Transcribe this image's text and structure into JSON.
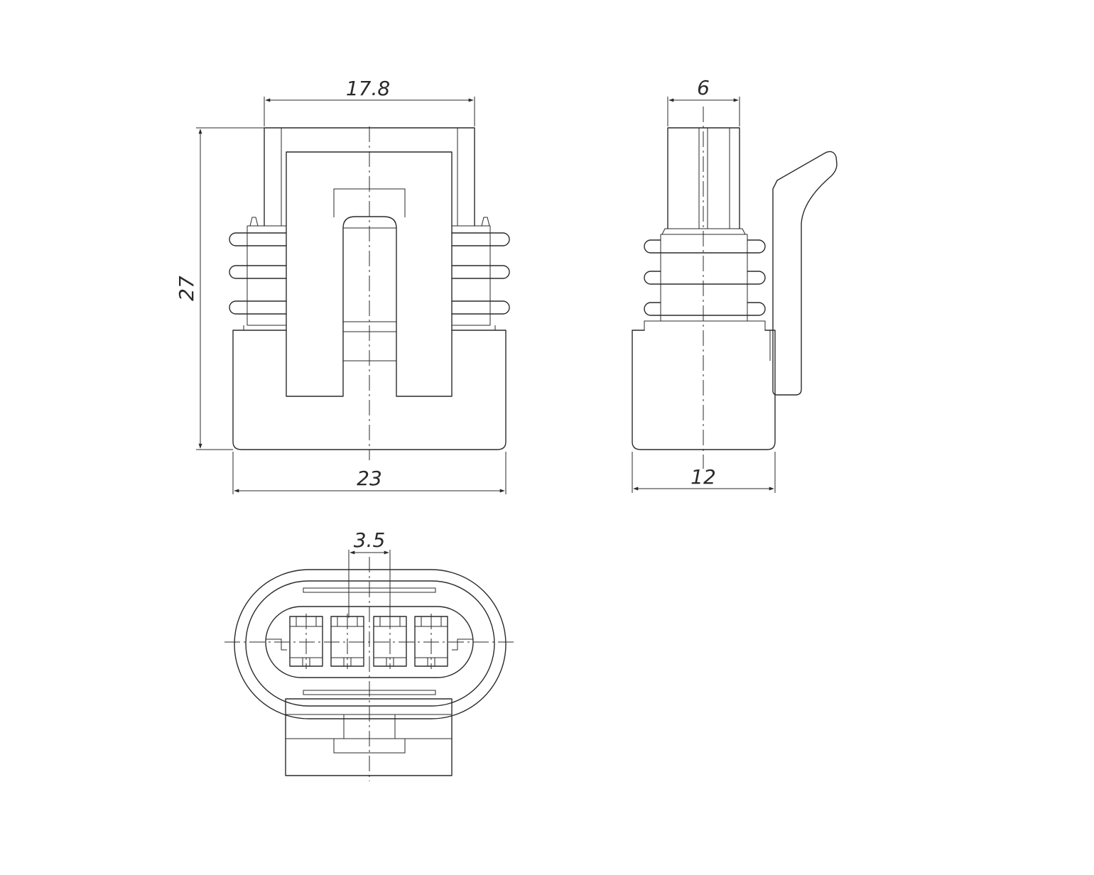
{
  "dimensions": {
    "front_width_top": "17.8",
    "front_height": "27",
    "front_width_bottom": "23",
    "side_width_top": "6",
    "side_width_bottom": "12",
    "pin_pitch": "3.5"
  },
  "colors": {
    "line": "#2a2a2a",
    "background": "#ffffff"
  }
}
